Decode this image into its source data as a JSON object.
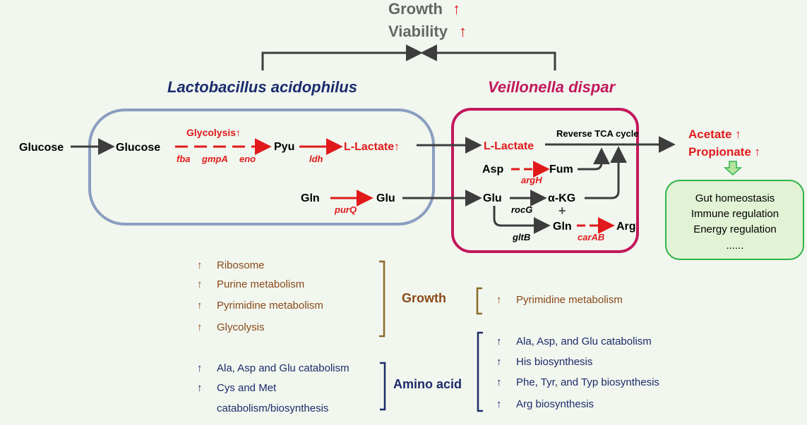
{
  "top": {
    "growth": "Growth",
    "viability": "Viability",
    "arrow_up": "↑"
  },
  "organisms": {
    "lactobacillus": "Lactobacillus acidophilus",
    "veillonella": "Veillonella dispar"
  },
  "left_pathway": {
    "glucose_outside": "Glucose",
    "glucose_inside": "Glucose",
    "glycolysis": "Glycolysis↑",
    "pyu": "Pyu",
    "l_lactate": "L-Lactate↑",
    "gene_fba": "fba",
    "gene_gmpA": "gmpA",
    "gene_eno": "eno",
    "gene_ldh": "ldh",
    "gln": "Gln",
    "glu": "Glu",
    "gene_purQ": "purQ"
  },
  "right_pathway": {
    "l_lactate": "L-Lactate",
    "reverse_tca": "Reverse TCA cycle",
    "asp": "Asp",
    "fum": "Fum",
    "gene_argH": "argH",
    "glu": "Glu",
    "akg": "α-KG",
    "gene_rocG": "rocG",
    "plus": "+",
    "gln": "Gln",
    "arg": "Arg",
    "gene_gltB": "gltB",
    "gene_carAB": "carAB"
  },
  "products": {
    "acetate": "Acetate ↑",
    "propionate": "Propionate ↑",
    "effects": [
      "Gut homeostasis",
      "Immune regulation",
      "Energy regulation",
      "......"
    ]
  },
  "growth_section": {
    "label": "Growth",
    "left_items": [
      "Ribosome",
      "Purine metabolism",
      "Pyrimidine metabolism",
      "Glycolysis"
    ],
    "right_items": [
      "Pyrimidine metabolism"
    ]
  },
  "amino_section": {
    "label": "Amino acid",
    "left_items": [
      "Ala, Asp and Glu catabolism",
      "Cys and Met",
      "catabolism/biosynthesis"
    ],
    "right_items": [
      "Ala, Asp, and Glu catabolism",
      "His biosynthesis",
      "Phe, Tyr, and Typ biosynthesis",
      "Arg biosynthesis"
    ]
  },
  "up_symbol": "↑",
  "colors": {
    "background": "#f1f6ee",
    "lacto_box": "#8a9ec0",
    "veillonella_box": "#c2185b",
    "effects_box": "#2db34a",
    "effects_fill": "#e2f2d5",
    "red": "#e0191b",
    "brown": "#8a4a1a",
    "navy": "#1c2b6b",
    "gray": "#555555"
  }
}
